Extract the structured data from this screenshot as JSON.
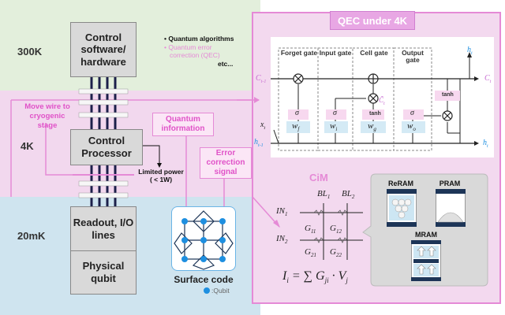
{
  "zones": {
    "k300": "300K",
    "k4": "4K",
    "mk20": "20mK"
  },
  "left_stack": {
    "control_sw": "Control software/ hardware",
    "control_proc": "Control Processor",
    "readout": "Readout, I/O lines",
    "physical": "Physical qubit"
  },
  "bullets": {
    "b1": "• Quantum algorithms",
    "b2a": "• Quantum error",
    "b2b": "correction (QEC)",
    "b3": "etc..."
  },
  "notes": {
    "move_wire": "Move wire to cryogenic stage",
    "limited_power": "Limited power",
    "limited_power_sub": "( < 1W)",
    "quantum_info": "Quantum information",
    "error_signal": "Error correction signal",
    "surface_code": "Surface code",
    "qubit_legend": ":Qubit"
  },
  "qec": {
    "title": "QEC under 4K",
    "gates": [
      "Forget gate",
      "Input gate",
      "Cell gate",
      "Output gate"
    ],
    "labels": {
      "c_prev": "C",
      "c_prev_sub": "t-1",
      "c_t": "C",
      "c_t_sub": "t",
      "h_top": "h",
      "h_top_sub": "t",
      "h_right": "h",
      "h_right_sub": "t",
      "x_t": "x",
      "x_t_sub": "t",
      "h_prev": "h",
      "h_prev_sub": "t-1",
      "c_tilde": "C̃",
      "c_tilde_sub": "t",
      "sigma": "σ",
      "tanh": "tanh",
      "wf": "w",
      "wf_sub": "f",
      "wi": "w",
      "wi_sub": "i",
      "wg": "w",
      "wg_sub": "g",
      "wo": "w",
      "wo_sub": "o"
    }
  },
  "cim": {
    "title": "CiM",
    "bl1": "BL",
    "bl1_sub": "1",
    "bl2": "BL",
    "bl2_sub": "2",
    "in1": "IN",
    "in1_sub": "1",
    "in2": "IN",
    "in2_sub": "2",
    "g11": "G",
    "g11_sub": "11",
    "g12": "G",
    "g12_sub": "12",
    "g21": "G",
    "g21_sub": "21",
    "g22": "G",
    "g22_sub": "22",
    "formula": "I",
    "formula_sub": "i",
    "formula_rest": " = ∑ G",
    "formula_sub2": "ji",
    "formula_tail": " · V",
    "formula_sub3": "j"
  },
  "memory": {
    "reram": "ReRAM",
    "pram": "PRAM",
    "mram": "MRAM"
  },
  "colors": {
    "zone300": "#e3efdc",
    "zone4": "#f3d9ef",
    "zone20": "#cfe4ef",
    "pink": "#e052c8",
    "qubit": "#1e8fe0"
  }
}
